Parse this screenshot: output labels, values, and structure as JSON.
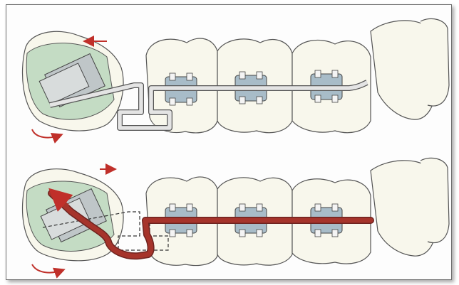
{
  "figure": {
    "panels": [
      {
        "id": "top",
        "state": "before activation"
      },
      {
        "id": "bottom",
        "state": "after activation"
      }
    ],
    "colors": {
      "background": "#fdfdfd",
      "outline": "#6e6e6e",
      "tooth_fill": "#f8f7ec",
      "molar_tube": "#c4dcc4",
      "bracket": "#a8bcc8",
      "wire": "#dcdcdc",
      "wire_active": "#a6342b",
      "arrow": "#c0302a"
    }
  }
}
